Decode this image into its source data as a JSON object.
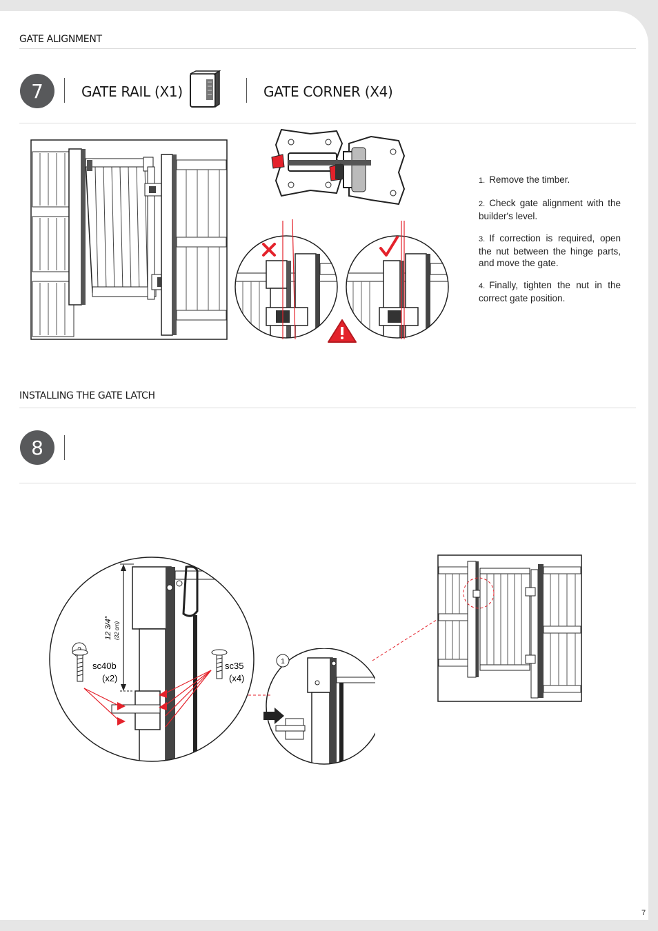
{
  "section1": {
    "title": "GATE ALIGNMENT"
  },
  "step7": {
    "number": "7",
    "part_a": "GATE RAIL (X1)",
    "part_b": "GATE CORNER (X4)"
  },
  "instructions": [
    {
      "num": "1.",
      "text": "Remove the timber."
    },
    {
      "num": "2.",
      "text": "Check gate alignment with the builder's level."
    },
    {
      "num": "3.",
      "text": "If correction is required, open the nut between the hinge parts, and move the gate."
    },
    {
      "num": "4.",
      "text": "Finally, tighten the nut in the correct gate position."
    }
  ],
  "section2": {
    "title": "INSTALLING THE GATE LATCH"
  },
  "step8": {
    "number": "8"
  },
  "detail2": {
    "badge": "2",
    "measure": "12 3/4\"",
    "measure_metric": "(32 cm)",
    "screw_a": "sc40b",
    "screw_a_qty": "(x2)",
    "screw_b": "sc35",
    "screw_b_qty": "(x4)"
  },
  "detail1": {
    "badge": "1"
  },
  "colors": {
    "accent_red": "#e4222b",
    "circle_grey": "#58595b"
  },
  "page_number": "7"
}
